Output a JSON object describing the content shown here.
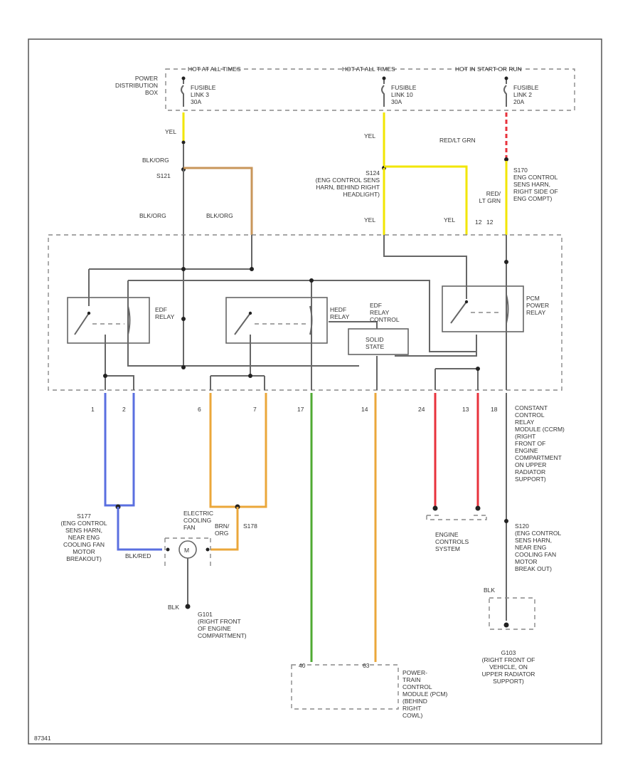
{
  "colors": {
    "yellow": "#f2e600",
    "tan": "#c8965a",
    "red": "#e8323c",
    "blue": "#5a6fe0",
    "orange": "#eba73a",
    "green": "#4faa33",
    "gray": "#666666"
  },
  "top_bar": {
    "hot_at_all_times": "HOT AT ALL TIMES",
    "hot_at_all_times_2": "HOT AT ALL TIMES",
    "hot_in_start_or_run": "HOT IN START OR RUN"
  },
  "power_box": [
    "POWER",
    "DISTRIBUTION",
    "BOX"
  ],
  "fusible_links": [
    {
      "line1": "FUSIBLE",
      "line2": "LINK 3",
      "line3": "30A"
    },
    {
      "line1": "FUSIBLE",
      "line2": "LINK 10",
      "line3": "30A"
    },
    {
      "line1": "FUSIBLE",
      "line2": "LINK 2",
      "line3": "20A"
    }
  ],
  "wire_labels": {
    "yel1": "YEL",
    "blk_org_top": "BLK/ORG",
    "s121": "S121",
    "blk_org_a": "BLK/ORG",
    "blk_org_b": "BLK/ORG",
    "yel2": "YEL",
    "red_lt_grn_top": "RED/LT GRN",
    "yel3": "YEL",
    "yel4": "YEL",
    "red_lt_grn": [
      "RED/",
      "LT GRN"
    ],
    "term_12": "12",
    "term_12b": "12"
  },
  "splices": {
    "s124": [
      "S124",
      "(ENG CONTROL SENS",
      "HARN, BEHIND RIGHT",
      "HEADLIGHT)"
    ],
    "s170": [
      "S170",
      "ENG CONTROL",
      "SENS HARN,",
      "RIGHT SIDE OF",
      "ENG COMPT)"
    ]
  },
  "relays": {
    "edf": [
      "EDF",
      "RELAY"
    ],
    "hedf": [
      "HEDF",
      "RELAY"
    ],
    "edf_relay_control": [
      "EDF",
      "RELAY",
      "CONTROL"
    ],
    "solid_state": [
      "SOLID",
      "STATE"
    ],
    "pcm_power": [
      "PCM",
      "POWER",
      "RELAY"
    ]
  },
  "pins": [
    "1",
    "2",
    "6",
    "7",
    "17",
    "14",
    "24",
    "13",
    "18"
  ],
  "ccrm": [
    "CONSTANT",
    "CONTROL",
    "RELAY",
    "MODULE (CCRM)",
    "(RIGHT",
    "FRONT OF",
    "ENGINE",
    "COMPARTMENT",
    "ON UPPER",
    "RADIATOR",
    "SUPPORT)"
  ],
  "s177": [
    "S177",
    "(ENG CONTROL",
    "SENS HARN,",
    "NEAR ENG",
    "COOLING FAN",
    "MOTOR",
    "BREAKOUT)"
  ],
  "fan": [
    "ELECTRIC",
    "COOLING",
    "FAN"
  ],
  "fan_labels": {
    "m": "M",
    "blk_red": "BLK/RED",
    "brn_org": [
      "BRN/",
      "ORG"
    ],
    "s178": "S178",
    "blk": "BLK"
  },
  "g101": [
    "G101",
    "(RIGHT FRONT",
    "OF ENGINE",
    "COMPARTMENT)"
  ],
  "engine_controls": [
    "ENGINE",
    "CONTROLS",
    "SYSTEM"
  ],
  "s120": [
    "S120",
    "(ENG CONTROL",
    "SENS HARN,",
    "NEAR ENG",
    "COOLING FAN",
    "MOTOR",
    "BREAK OUT)"
  ],
  "g103_blk": "BLK",
  "g103": [
    "G103",
    "(RIGHT FRONT OF",
    "VEHICLE, ON",
    "UPPER RADIATOR",
    "SUPPORT)"
  ],
  "pcm": [
    "POWER-",
    "TRAIN",
    "CONTROL",
    "MODULE (PCM)",
    "(BEHIND",
    "RIGHT",
    "COWL)"
  ],
  "pcm_pins": [
    "40",
    "63"
  ],
  "footer_code": "87341"
}
